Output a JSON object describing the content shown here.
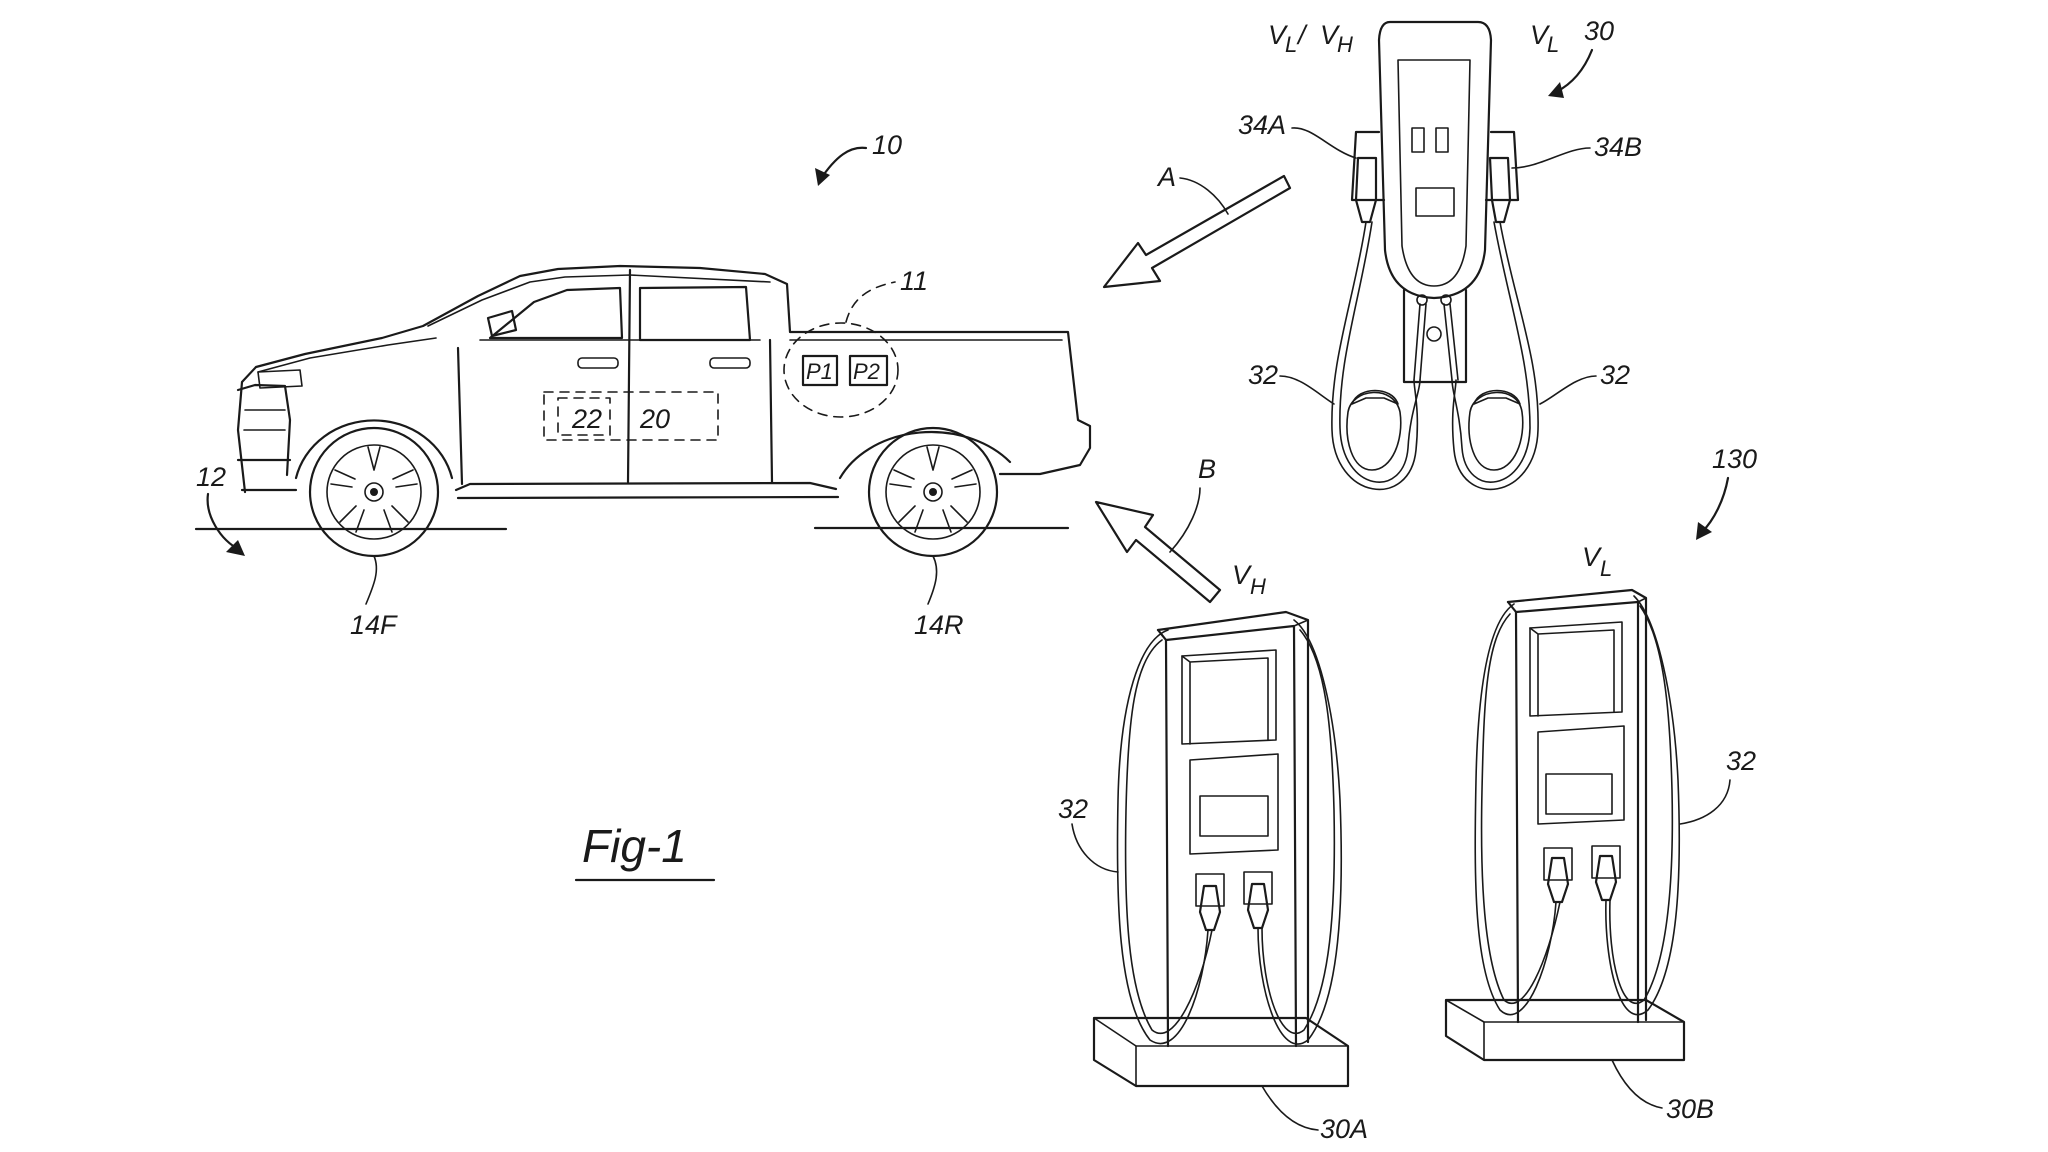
{
  "figure": {
    "title": "Fig-1",
    "labels": {
      "vehicle": "10",
      "vehicle_ground_arrow": "12",
      "front_wheel": "14F",
      "rear_wheel": "14R",
      "port_region": "11",
      "port_1": "P1",
      "port_2": "P2",
      "box_22": "22",
      "box_20": "20",
      "arrow_a": "A",
      "arrow_b": "B",
      "station_top": "30",
      "station_top_left_voltage_1": "V",
      "station_top_left_voltage_1_sub": "L",
      "station_top_left_voltage_slash": " / ",
      "station_top_left_voltage_2": "V",
      "station_top_left_voltage_2_sub": "H",
      "station_top_right_voltage": "V",
      "station_top_right_voltage_sub": "L",
      "connector_a": "34A",
      "connector_b": "34B",
      "cable_left": "32",
      "cable_right": "32",
      "station_group": "130",
      "station_a_voltage": "V",
      "station_a_voltage_sub": "H",
      "station_b_voltage": "V",
      "station_b_voltage_sub": "L",
      "station_a_cable": "32",
      "station_b_cable": "32",
      "station_a": "30A",
      "station_b": "30B"
    }
  }
}
